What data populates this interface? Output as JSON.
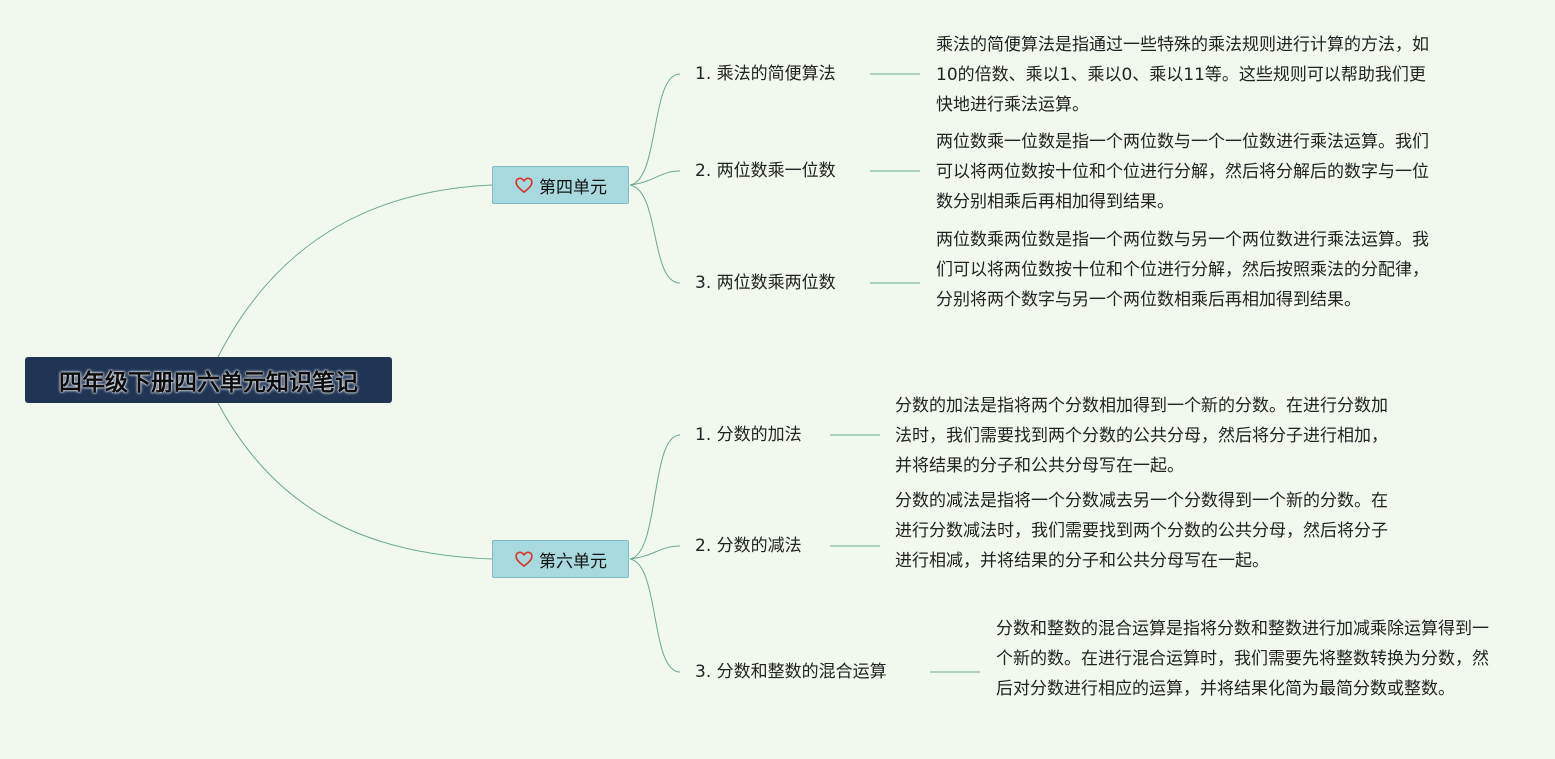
{
  "root": {
    "title": "四年级下册四六单元知识笔记"
  },
  "units": [
    {
      "label": "第四单元",
      "icon": "heart-icon",
      "topics": [
        {
          "label": "1. 乘法的简便算法",
          "desc": "乘法的简便算法是指通过一些特殊的乘法规则进行计算的方法，如10的倍数、乘以1、乘以0、乘以11等。这些规则可以帮助我们更快地进行乘法运算。"
        },
        {
          "label": "2. 两位数乘一位数",
          "desc": "两位数乘一位数是指一个两位数与一个一位数进行乘法运算。我们可以将两位数按十位和个位进行分解，然后将分解后的数字与一位数分别相乘后再相加得到结果。"
        },
        {
          "label": "3. 两位数乘两位数",
          "desc": "两位数乘两位数是指一个两位数与另一个两位数进行乘法运算。我们可以将两位数按十位和个位进行分解，然后按照乘法的分配律，分别将两个数字与另一个两位数相乘后再相加得到结果。"
        }
      ]
    },
    {
      "label": "第六单元",
      "icon": "heart-icon",
      "topics": [
        {
          "label": "1. 分数的加法",
          "desc": "分数的加法是指将两个分数相加得到一个新的分数。在进行分数加法时，我们需要找到两个分数的公共分母，然后将分子进行相加，并将结果的分子和公共分母写在一起。"
        },
        {
          "label": "2. 分数的减法",
          "desc": "分数的减法是指将一个分数减去另一个分数得到一个新的分数。在进行分数减法时，我们需要找到两个分数的公共分母，然后将分子进行相减，并将结果的分子和公共分母写在一起。"
        },
        {
          "label": "3. 分数和整数的混合运算",
          "desc": "分数和整数的混合运算是指将分数和整数进行加减乘除运算得到一个新的数。在进行混合运算时，我们需要先将整数转换为分数，然后对分数进行相应的运算，并将结果化简为最简分数或整数。"
        }
      ]
    }
  ],
  "colors": {
    "background": "#f1f9ef",
    "root_fill": "#1f3553",
    "unit_fill": "#a8d9de",
    "connector": "#6aa98c",
    "heart": "#d9362b"
  }
}
